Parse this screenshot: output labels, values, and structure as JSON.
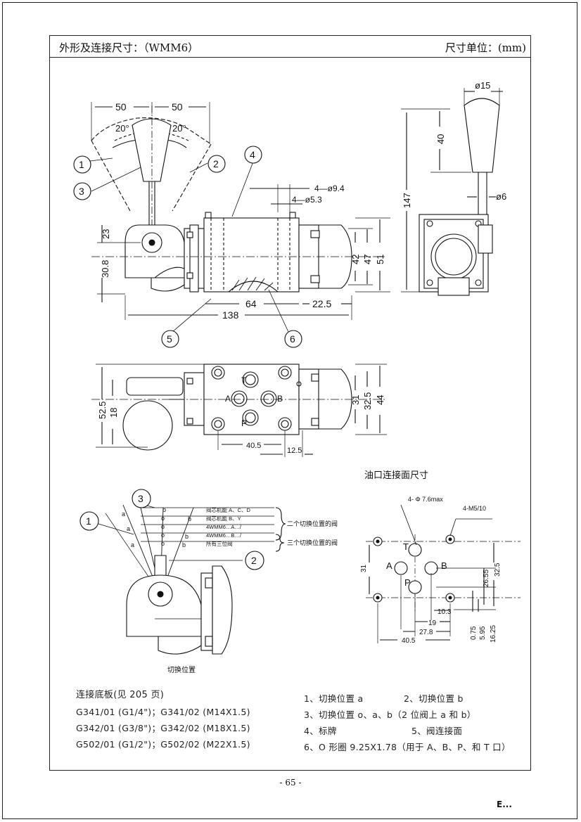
{
  "header": {
    "title": "外形及连接尺寸：（WMM6）",
    "unit": "尺寸单位：(mm)"
  },
  "side_view": {
    "dims": {
      "w50_left": "50",
      "w50_right": "50",
      "ang_left": "20°",
      "ang_right": "20°",
      "h23": "23",
      "h30_8": "30.8",
      "l138": "138",
      "l64": "64",
      "l22_5": "22.5",
      "h42": "42",
      "h47": "47",
      "h51": "51",
      "hole_9_4": "4—ø9.4",
      "hole_5_3": "4—ø5.3"
    },
    "callouts": [
      "1",
      "2",
      "3",
      "4",
      "5",
      "6"
    ]
  },
  "end_view": {
    "dims": {
      "d15": "ø15",
      "h40": "40",
      "h147": "147",
      "d6": "ø6"
    }
  },
  "top_view": {
    "dims": {
      "h52_5": "52.5",
      "h18": "18",
      "h31": "31",
      "h32_5": "32.5",
      "h44": "44",
      "l40_5": "40.5",
      "l12_5": "12.5"
    },
    "ports": [
      "T",
      "A",
      "B",
      "P"
    ]
  },
  "interface": {
    "caption": "油口连接面尺寸",
    "hole_a": "4- Φ 7.6max",
    "hole_b": "4-M5/10",
    "ports": [
      "T",
      "A",
      "B",
      "P"
    ],
    "dims": {
      "v31": "31",
      "v26_55": "26.55",
      "v32_5": "32.5",
      "h10_3": "10.3",
      "h19": "19",
      "h27_8": "27.8",
      "h40_5": "40.5",
      "v0_75": "0.75",
      "v5_95": "5.95",
      "v16_25": "16.25"
    }
  },
  "switch_view": {
    "caption": "切换位置",
    "callouts": [
      "1",
      "2",
      "3"
    ],
    "letters": [
      "a",
      "a",
      "a",
      "b",
      "b",
      "b",
      "b",
      "o",
      "o",
      "o",
      "o"
    ],
    "table": [
      "阀芯机能 A、C、D",
      "阀芯机能 B、Y",
      "4WMM6…A…/",
      "4WMM6…B…/",
      "所有三位阀"
    ],
    "group_2": "二个切换位置的阀",
    "group_3": "三个切换位置的阀"
  },
  "base_plates": {
    "title": "连接底板(见 205 页)",
    "rows": [
      "G341/01 (G1/4\")；G341/02 (M14X1.5)",
      "G342/01 (G3/8\")；G342/02 (M18X1.5)",
      "G502/01 (G1/2\")；G502/02 (M22X1.5)"
    ]
  },
  "legend": {
    "items": [
      "1、切换位置 a",
      "2、切换位置 b",
      "3、切换位置 o、a、b（2 位阀上 a 和 b）",
      "4、标牌",
      "5、阀连接面",
      "6、O 形圈 9.25X1.78（用于 A、B、P、和 T 口）"
    ]
  },
  "footer": {
    "page": "- 65 -",
    "mark": "E..."
  }
}
